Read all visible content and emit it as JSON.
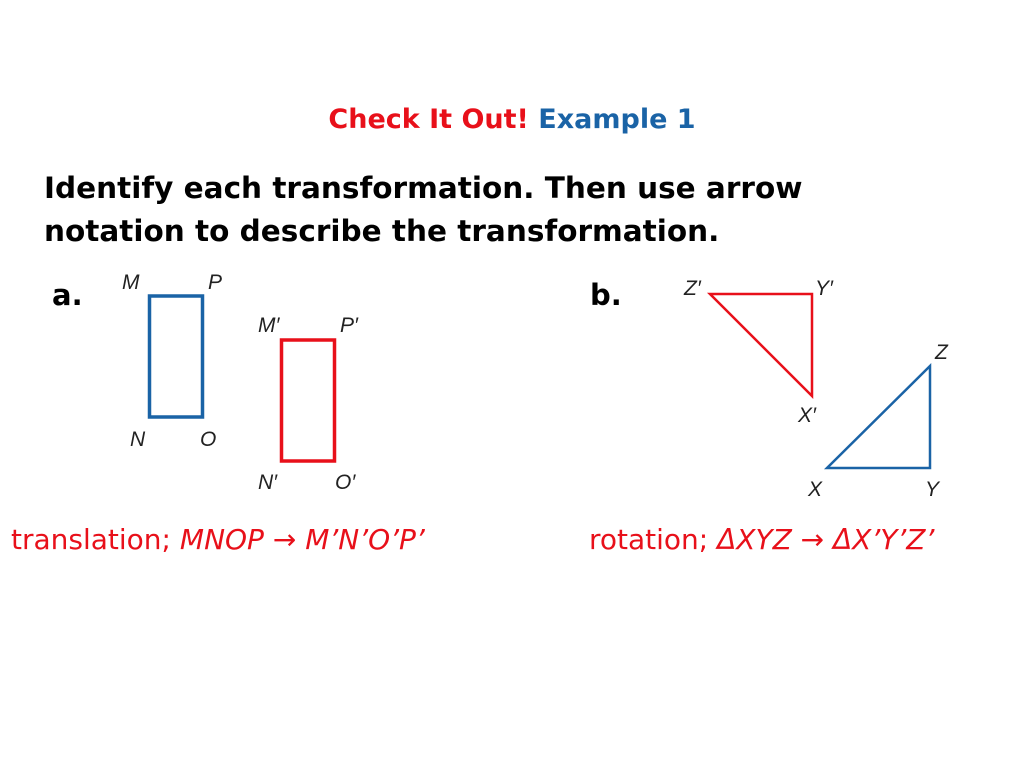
{
  "title": {
    "part1": "Check It Out!",
    "part2": "Example 1",
    "part1_color": "#e8101a",
    "part2_color": "#1a63a6"
  },
  "instructions": {
    "line1": "Identify each transformation. Then use arrow",
    "line2": "notation to describe the transformation."
  },
  "part_a": {
    "label": "a.",
    "original_color": "#1a63a6",
    "image_color": "#e8101a",
    "vertices": {
      "M": "M",
      "P": "P",
      "N": "N",
      "O": "O",
      "M_prime": "M′",
      "P_prime": "P′",
      "N_prime": "N′",
      "O_prime": "O′"
    },
    "answer_type": "translation;",
    "answer_expr": "MNOP → M’N’O’P’"
  },
  "part_b": {
    "label": "b.",
    "original_color": "#1a63a6",
    "image_color": "#e8101a",
    "vertices": {
      "Z_prime": "Z′",
      "Y_prime": "Y′",
      "X_prime": "X′",
      "Z": "Z",
      "X": "X",
      "Y": "Y"
    },
    "answer_type": "rotation;",
    "answer_expr": "ΔXYZ → ΔX’Y’Z’"
  }
}
